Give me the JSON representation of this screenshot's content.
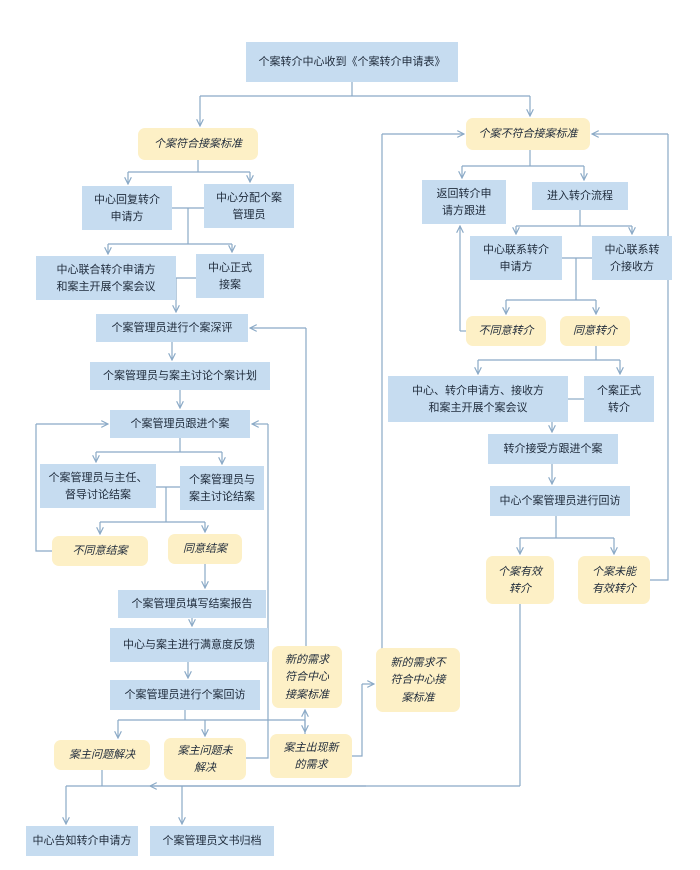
{
  "flowchart": {
    "nodes": [
      {
        "id": "n1",
        "label": "个案转介中心收到《个案转介申请表》"
      },
      {
        "id": "n2",
        "label": "个案符合接案标准"
      },
      {
        "id": "n3",
        "label": "个案不符合接案标准"
      },
      {
        "id": "n4",
        "label": "中心回复转介\n申请方"
      },
      {
        "id": "n5",
        "label": "中心分配个案\n管理员"
      },
      {
        "id": "n6",
        "label": "中心联合转介申请方\n和案主开展个案会议"
      },
      {
        "id": "n7",
        "label": "中心正式\n接案"
      },
      {
        "id": "n8",
        "label": "个案管理员进行个案深评"
      },
      {
        "id": "n9",
        "label": "个案管理员与案主讨论个案计划"
      },
      {
        "id": "n10",
        "label": "个案管理员跟进个案"
      },
      {
        "id": "n11",
        "label": "个案管理员与主任、\n督导讨论结案"
      },
      {
        "id": "n12",
        "label": "个案管理员与\n案主讨论结案"
      },
      {
        "id": "n13",
        "label": "不同意结案"
      },
      {
        "id": "n14",
        "label": "同意结案"
      },
      {
        "id": "n15",
        "label": "个案管理员填写结案报告"
      },
      {
        "id": "n16",
        "label": "中心与案主进行满意度反馈"
      },
      {
        "id": "n17",
        "label": "个案管理员进行个案回访"
      },
      {
        "id": "n18",
        "label": "案主问题解决"
      },
      {
        "id": "n19",
        "label": "案主问题未\n解决"
      },
      {
        "id": "n20",
        "label": "案主出现新\n的需求"
      },
      {
        "id": "n21",
        "label": "中心告知转介申请方"
      },
      {
        "id": "n22",
        "label": "个案管理员文书归档"
      },
      {
        "id": "n23",
        "label": "新的需求\n符合中心\n接案标准"
      },
      {
        "id": "n24",
        "label": "新的需求不\n符合中心接\n案标准"
      },
      {
        "id": "n25",
        "label": "返回转介申\n请方跟进"
      },
      {
        "id": "n26",
        "label": "进入转介流程"
      },
      {
        "id": "n27",
        "label": "中心联系转介\n申请方"
      },
      {
        "id": "n28",
        "label": "中心联系转\n介接收方"
      },
      {
        "id": "n29",
        "label": "不同意转介"
      },
      {
        "id": "n30",
        "label": "同意转介"
      },
      {
        "id": "n31",
        "label": "中心、转介申请方、接收方\n和案主开展个案会议"
      },
      {
        "id": "n32",
        "label": "个案正式\n转介"
      },
      {
        "id": "n33",
        "label": "转介接受方跟进个案"
      },
      {
        "id": "n34",
        "label": "中心个案管理员进行回访"
      },
      {
        "id": "n35",
        "label": "个案有效\n转介"
      },
      {
        "id": "n36",
        "label": "个案未能\n有效转介"
      }
    ]
  },
  "colors": {
    "box_fill": "#c6dcf0",
    "decision_fill": "#fdf0c6",
    "line": "#8aa9c6",
    "text": "#1e2a3a"
  }
}
